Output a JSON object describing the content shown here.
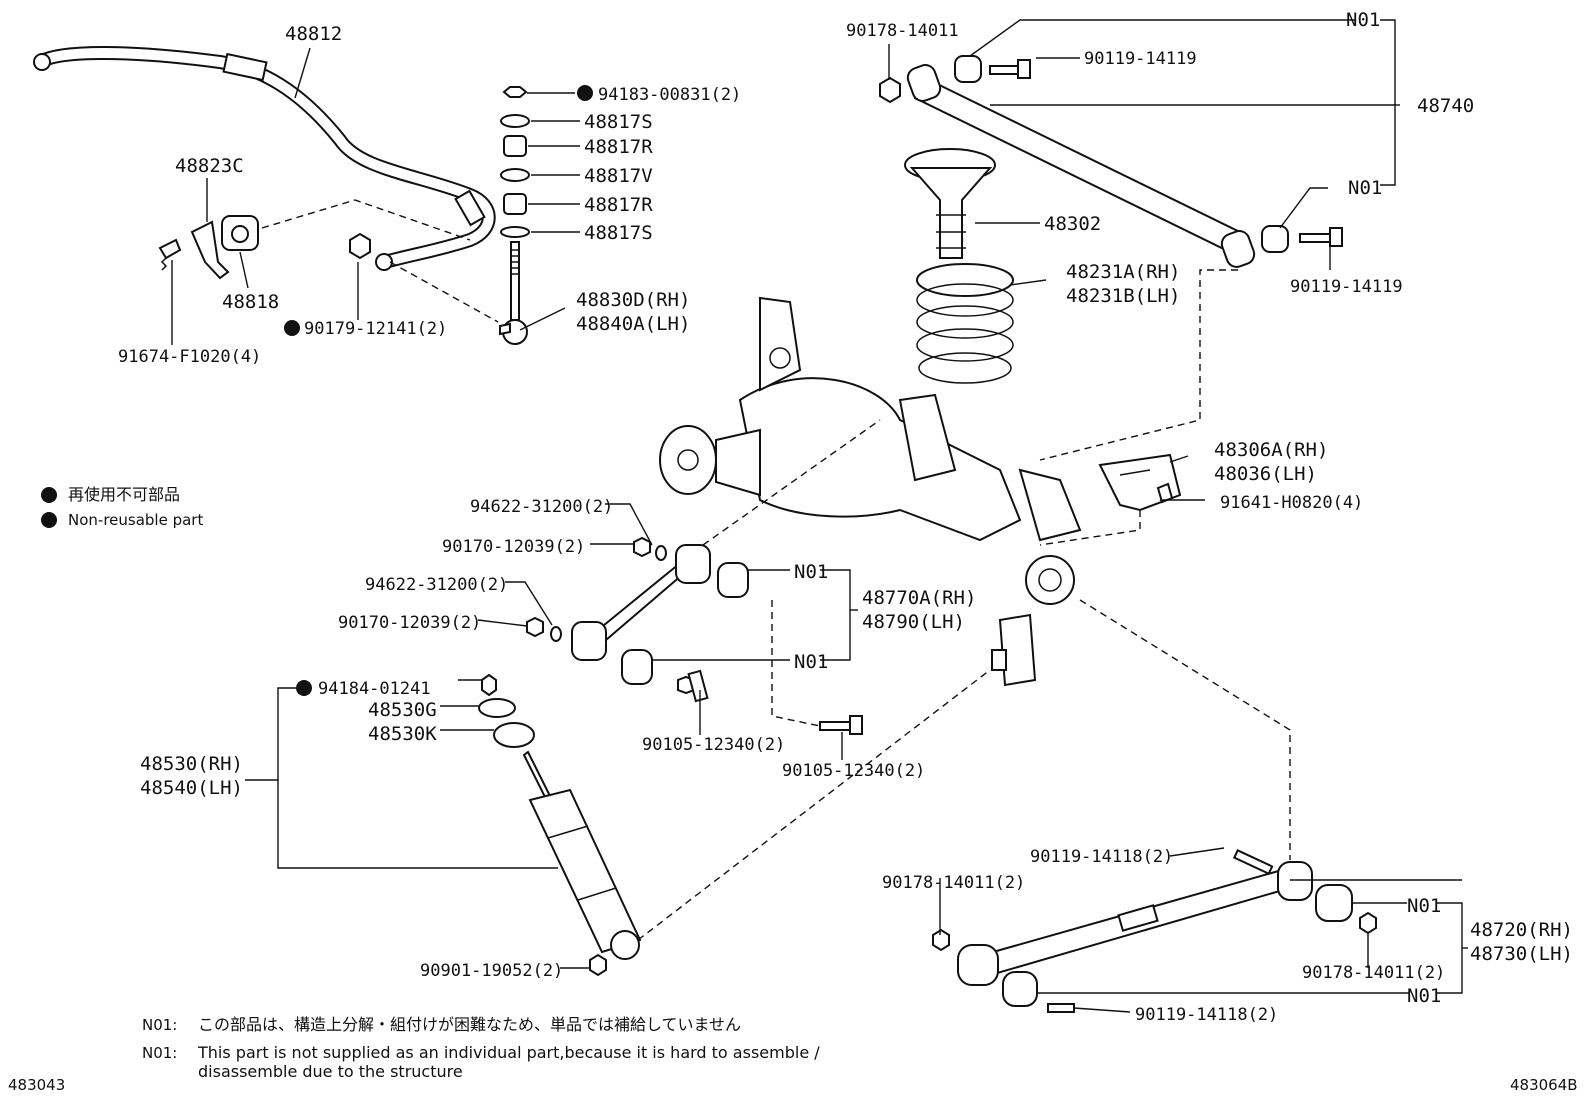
{
  "legend": {
    "non_reusable_jp": "再使用不可部品",
    "non_reusable_en": "Non-reusable part"
  },
  "notes": {
    "code_jp": "N01:",
    "text_jp": "この部品は、構造上分解・組付けが困難なため、単品では補給していません",
    "code_en": "N01:",
    "text_en_line1": "This part is not supplied as an individual part,because it is hard to assemble /",
    "text_en_line2": "disassemble due to the structure"
  },
  "diagram_ids": {
    "left": "483043",
    "right": "483064B"
  },
  "labels": {
    "p48812": "48812",
    "p48823C": "48823C",
    "p48818": "48818",
    "p91674": "91674-F1020(4)",
    "p90179": "90179-12141(2)",
    "p94183": "94183-00831(2)",
    "p48817S_a": "48817S",
    "p48817R_a": "48817R",
    "p48817V": "48817V",
    "p48817R_b": "48817R",
    "p48817S_b": "48817S",
    "p48830D": "48830D(RH)",
    "p48840A": "48840A(LH)",
    "p90178_top": "90178-14011",
    "p90119_top1": "90119-14119",
    "n01_top1": "N01",
    "p48740": "48740",
    "n01_top2": "N01",
    "p90119_top2": "90119-14119",
    "p48302": "48302",
    "p48231A": "48231A(RH)",
    "p48231B": "48231B(LH)",
    "p48306A": "48306A(RH)",
    "p48036": "48036(LH)",
    "p91641": "91641-H0820(4)",
    "p94622_a": "94622-31200(2)",
    "p90170_a": "90170-12039(2)",
    "p94622_b": "94622-31200(2)",
    "p90170_b": "90170-12039(2)",
    "n01_mid1": "N01",
    "p48770A": "48770A(RH)",
    "p48790": "48790(LH)",
    "n01_mid2": "N01",
    "p94184": "94184-01241",
    "p48530G": "48530G",
    "p48530K": "48530K",
    "p48530": "48530(RH)",
    "p48540": "48540(LH)",
    "p90105_a": "90105-12340(2)",
    "p90105_b": "90105-12340(2)",
    "p90119_118a": "90119-14118(2)",
    "p90178_2a": "90178-14011(2)",
    "n01_bot1": "N01",
    "p48720": "48720(RH)",
    "p48730": "48730(LH)",
    "p90178_2b": "90178-14011(2)",
    "n01_bot2": "N01",
    "p90119_118b": "90119-14118(2)",
    "p90901": "90901-19052(2)"
  }
}
